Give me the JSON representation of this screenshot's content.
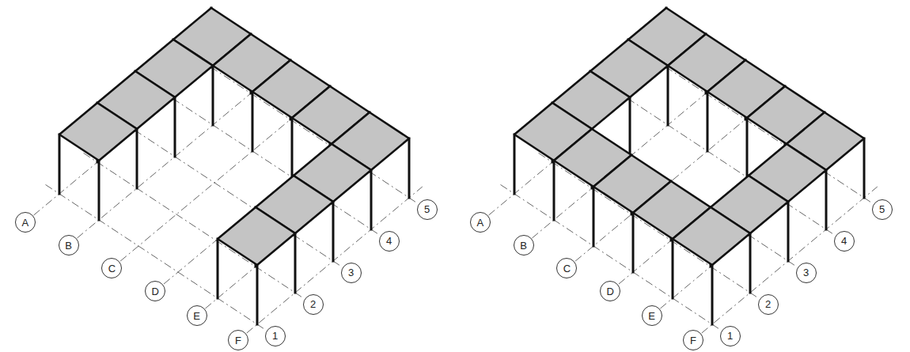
{
  "diagram": {
    "nodes": [
      {
        "text": [
          "A"
        ]
      },
      {
        "text": [
          "B"
        ]
      },
      {
        "text": [
          "C"
        ]
      },
      {
        "text": [
          "D"
        ]
      },
      {
        "text": [
          "E"
        ]
      },
      {
        "text": [
          "F"
        ]
      },
      {
        "text": [
          "1"
        ]
      },
      {
        "text": [
          "2"
        ]
      },
      {
        "text": [
          "3"
        ]
      },
      {
        "text": [
          "4"
        ]
      },
      {
        "text": [
          "5"
        ]
      },
      {
        "text": [
          "A"
        ]
      },
      {
        "text": [
          "B"
        ]
      },
      {
        "text": [
          "C"
        ]
      },
      {
        "text": [
          "D"
        ]
      },
      {
        "text": [
          "E"
        ]
      },
      {
        "text": [
          "F"
        ]
      },
      {
        "text": [
          "1"
        ]
      },
      {
        "text": [
          "2"
        ]
      },
      {
        "text": [
          "3"
        ]
      },
      {
        "text": [
          "4"
        ]
      },
      {
        "text": [
          "5"
        ]
      }
    ]
  }
}
